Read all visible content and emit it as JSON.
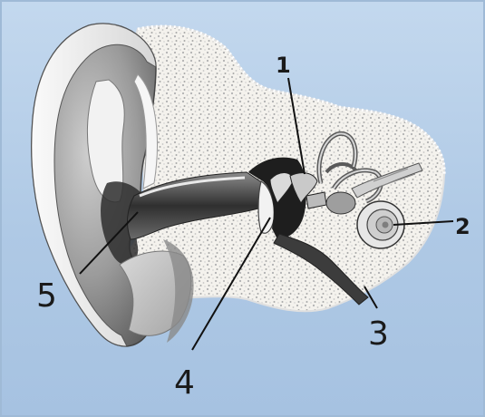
{
  "diagram": {
    "colors": {
      "background": "#b3cde8",
      "bone": "#f3f1ec",
      "bone_speckle": "#b5b5b5",
      "skin_light": "#eeeeee",
      "skin_dark": "#3a3a3a"
    },
    "labels": [
      {
        "id": "1",
        "text": "1"
      },
      {
        "id": "2",
        "text": "2"
      },
      {
        "id": "3",
        "text": "3"
      },
      {
        "id": "4",
        "text": "4"
      },
      {
        "id": "5",
        "text": "5"
      }
    ]
  }
}
